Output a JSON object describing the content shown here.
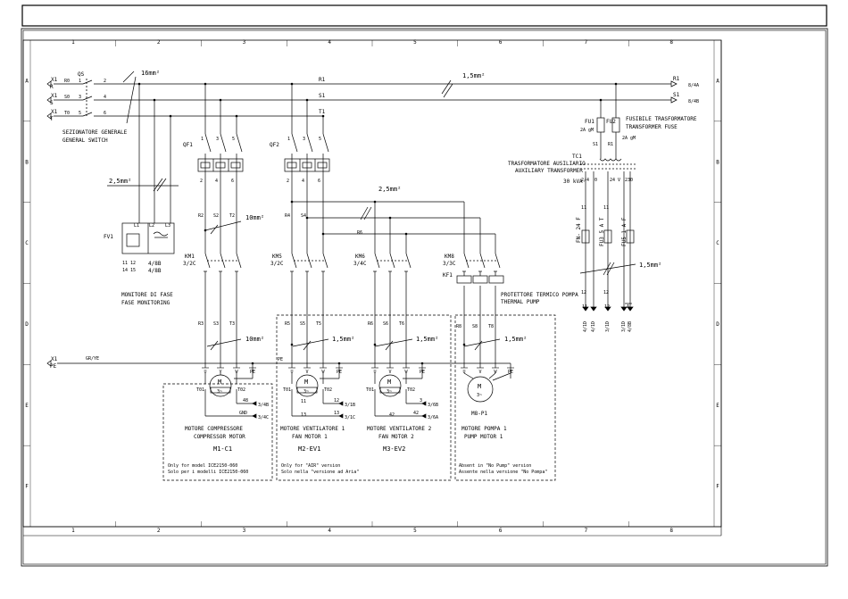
{
  "grid": {
    "columns": [
      "1",
      "2",
      "3",
      "4",
      "5",
      "6",
      "7",
      "8"
    ],
    "rows": [
      "A",
      "B",
      "C",
      "D",
      "E",
      "F"
    ]
  },
  "supply": {
    "x1": "X1",
    "phases": [
      "R",
      "S",
      "T"
    ],
    "terminals": [
      "R0",
      "S0",
      "T0"
    ],
    "pe_terminal": "X1",
    "pe_label": "PE",
    "bus_labels": [
      "R1",
      "S1",
      "T1"
    ],
    "out_r": "R1",
    "out_s": "S1",
    "out_ref_r": "8/4A",
    "out_ref_s": "8/4B"
  },
  "switch": {
    "tag": "QS",
    "pins_left": [
      "1",
      "3",
      "5"
    ],
    "pins_right": [
      "2",
      "4",
      "6"
    ],
    "label_it": "SEZIONATORE GENERALE",
    "label_en": "GENERAL SWITCH"
  },
  "cables": {
    "main": "16mm²",
    "aux": "1,5mm²",
    "monitor": "2,5mm²",
    "comp": "10mm²",
    "comp_out": "10mm²",
    "fan": "2,5mm²",
    "fan_out": "1,5mm²",
    "pump_out": "1,5mm²",
    "ctrl": "1,5mm²"
  },
  "breakers": {
    "qf1": "QF1",
    "qf2": "QF2",
    "pins_top": [
      "1",
      "3",
      "5"
    ],
    "pins_bot": [
      "2",
      "4",
      "6"
    ]
  },
  "monitor": {
    "tag": "FV1",
    "pins": [
      "L1",
      "L2",
      "L3"
    ],
    "contacts_a": "11  12",
    "contacts_b": "14  15",
    "ref_a": "4/8B",
    "ref_b": "4/8B",
    "label_it": "MONITORE DI FASE",
    "label_en": "FASE MONITORING"
  },
  "contactors": {
    "km1": "KM1",
    "km1_ref": "3/2C",
    "km5": "KM5",
    "km5_ref": "3/2C",
    "km6": "KM6",
    "km6_ref": "3/4C",
    "km8": "KM8",
    "km8_ref": "3/3C"
  },
  "wires": {
    "comp_in": [
      "R2",
      "S2",
      "T2"
    ],
    "comp_out": [
      "R3",
      "S3",
      "T3"
    ],
    "fan1_in": [
      "R4",
      "S4"
    ],
    "fan1_out": [
      "R5",
      "S5",
      "T5"
    ],
    "fan2_in": [
      "R6"
    ],
    "fan2_out": [
      "R6",
      "S6",
      "T6"
    ],
    "pump_out": [
      "R8",
      "S8",
      "T8"
    ],
    "ground": "GR/YE"
  },
  "thermal": {
    "tag": "KF1",
    "label_it": "PROTETTORE TERMICO POMPA",
    "label_en": "THERMAL PUMP"
  },
  "motors": {
    "terminals": [
      "U",
      "V",
      "W",
      "PE"
    ],
    "motor_letter": "M",
    "motor_phase": "3~",
    "comp": {
      "tag": "M1-C1",
      "label_it": "MOTORE COMPRESSORE",
      "label_en": "COMPRESSOR MOTOR",
      "note_en": "Only for model ICE2150-060",
      "note_it": "Solo per i modelli ICE2150-060",
      "th_left": "T01",
      "th_right": "T02",
      "sig1": "48",
      "sig1_ref": "3/4B",
      "sig2": "GND",
      "sig2_ref": "3/4C"
    },
    "fan1": {
      "tag": "M2-EV1",
      "label_it": "MOTORE VENTILATORE 1",
      "label_en": "FAN MOTOR 1",
      "note_en": "Only for \"AIR\" version",
      "note_it": "Solo nella \"versione ad Aria\"",
      "th_left": "T01",
      "th_right": "T02",
      "sig1": "12",
      "sig1_ref": "3/1B",
      "sig2": "13",
      "sig2_ref": "3/1C",
      "tl1": "11",
      "tl2": "13"
    },
    "fan2": {
      "tag": "M3-EV2",
      "label_it": "MOTORE VENTILATORE 2",
      "label_en": "FAN MOTOR 2",
      "th_left": "T01",
      "th_right": "T02",
      "sig1": "3",
      "sig1_ref": "3/6B",
      "sig2": "42",
      "sig2_ref": "3/6A",
      "tl2": "42"
    },
    "pump": {
      "tag": "M8-P1",
      "label_it": "MOTORE POMPA 1",
      "label_en": "PUMP MOTOR 1",
      "note_en": "Absent in \"No Pump\" version",
      "note_it": "Assente nella versione \"No Pompa\""
    }
  },
  "transformer": {
    "fu1": "FU1",
    "fu2": "FU2",
    "fuse_rating_a": "2A gM",
    "fuse_rating_b": "2A gM",
    "fuse_it": "FUSIBILE TRASFORMATORE",
    "fuse_en": "TRANSFORMER FUSE",
    "wire_s": "S1",
    "wire_r": "R1",
    "tag": "TC1",
    "label_it": "TRASFORMATORE AUSILIARIO",
    "label_en": "AUXILIARY TRANSFORMER",
    "power": "30 kVA",
    "sec_top": [
      "2/4",
      "0",
      "24 V",
      "230"
    ],
    "fn": "FN-  24 F",
    "fu3": "FU3   5 A T",
    "fu5": "FU5  1 A F",
    "wires": [
      "11",
      "11",
      "12",
      "12"
    ],
    "outs": [
      "11",
      "12",
      "A"
    ],
    "out_refs": [
      "4/1D",
      "4/1D",
      "3/1D",
      "3/1D",
      "4/8B"
    ]
  }
}
